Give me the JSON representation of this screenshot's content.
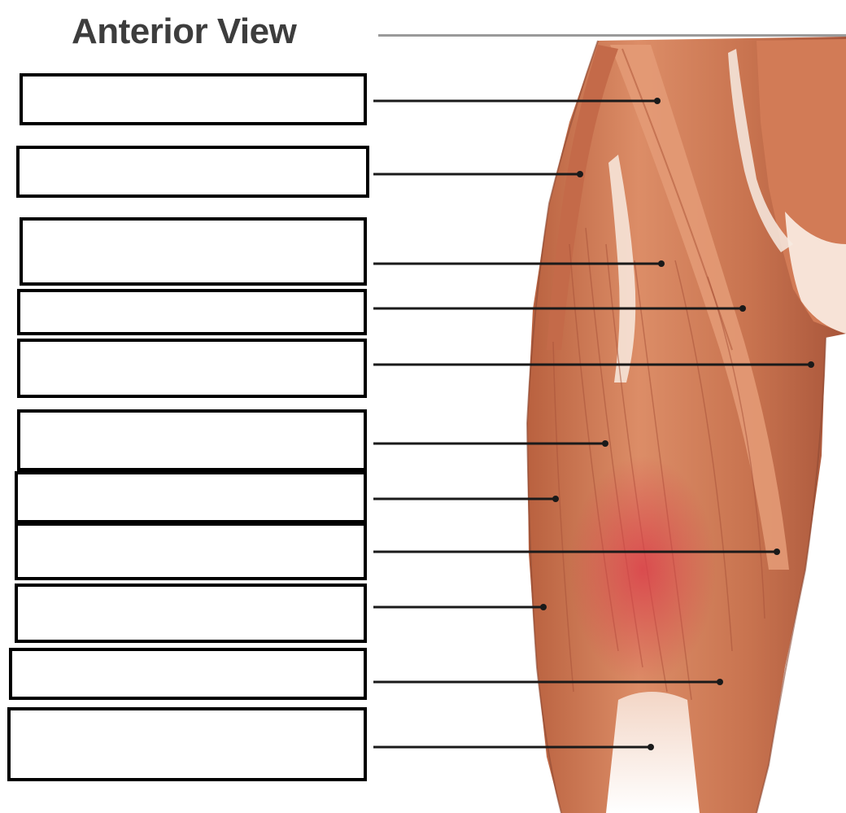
{
  "diagram": {
    "title": "Anterior View",
    "label_boxes": [
      {
        "id": 1,
        "text": ""
      },
      {
        "id": 2,
        "text": ""
      },
      {
        "id": 3,
        "text": ""
      },
      {
        "id": 4,
        "text": ""
      },
      {
        "id": 5,
        "text": ""
      },
      {
        "id": 6,
        "text": ""
      },
      {
        "id": 7,
        "text": ""
      },
      {
        "id": 8,
        "text": ""
      },
      {
        "id": 9,
        "text": ""
      },
      {
        "id": 10,
        "text": ""
      },
      {
        "id": 11,
        "text": ""
      }
    ],
    "colors": {
      "title": "#3d3d3d",
      "box_border": "#000000",
      "leader_line": "#1a1a1a",
      "muscle_base": "#c8734f",
      "muscle_light": "#e8a27e",
      "muscle_dark": "#a24f33",
      "tendon": "#f6ece4"
    }
  }
}
